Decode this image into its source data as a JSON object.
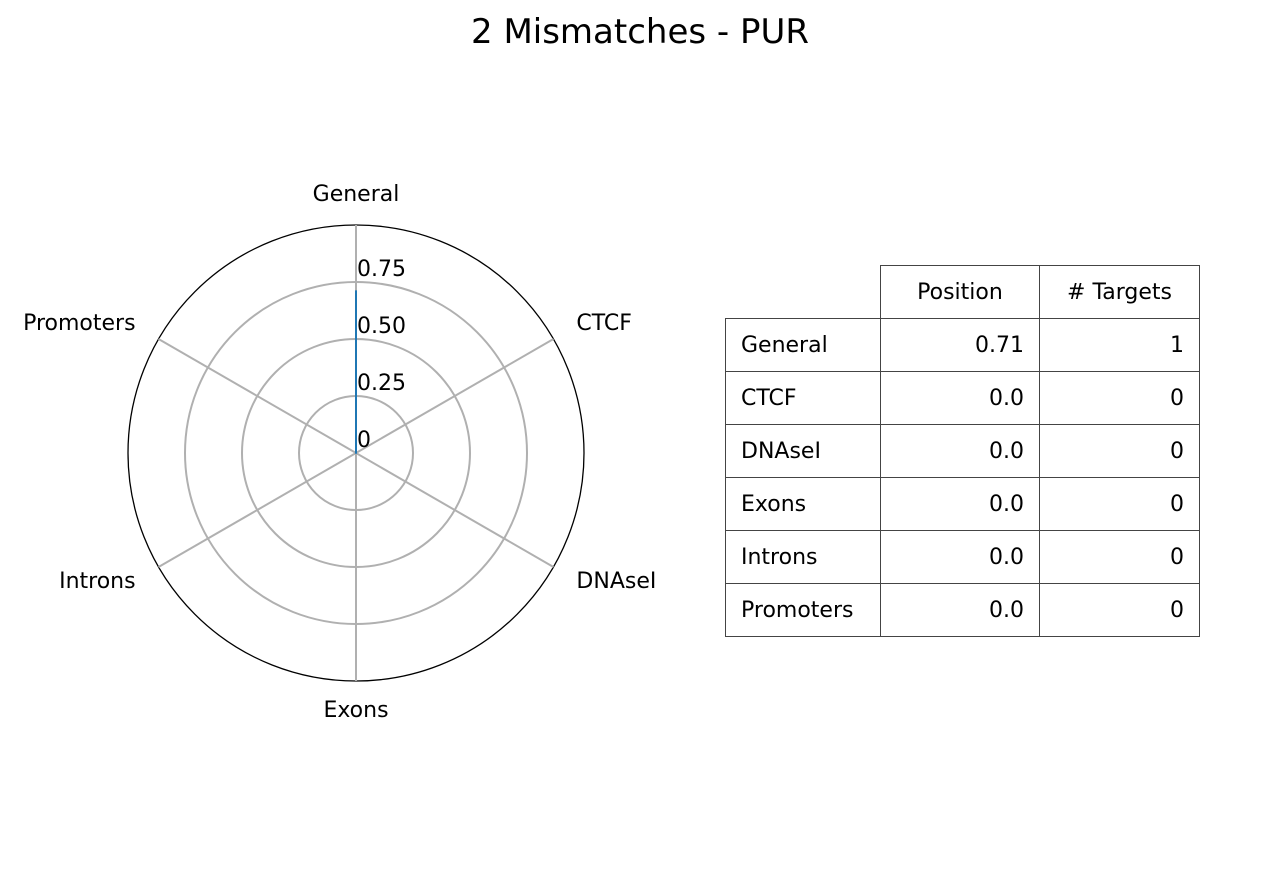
{
  "chart_data": [
    {
      "type": "radar",
      "title": "2 Mismatches - PUR",
      "categories": [
        "General",
        "CTCF",
        "DNAseI",
        "Exons",
        "Introns",
        "Promoters"
      ],
      "values": [
        0.71,
        0.0,
        0.0,
        0.0,
        0.0,
        0.0
      ],
      "radial_ticks": [
        "0",
        "0.25",
        "0.50",
        "0.75"
      ],
      "rlim": [
        0,
        1.0
      ],
      "grid": true,
      "series_color": "#1f77b4"
    },
    {
      "type": "table",
      "columns": [
        "Position",
        "# Targets"
      ],
      "rows": [
        {
          "label": "General",
          "position": "0.71",
          "targets": "1"
        },
        {
          "label": "CTCF",
          "position": "0.0",
          "targets": "0"
        },
        {
          "label": "DNAseI",
          "position": "0.0",
          "targets": "0"
        },
        {
          "label": "Exons",
          "position": "0.0",
          "targets": "0"
        },
        {
          "label": "Introns",
          "position": "0.0",
          "targets": "0"
        },
        {
          "label": "Promoters",
          "position": "0.0",
          "targets": "0"
        }
      ]
    }
  ]
}
